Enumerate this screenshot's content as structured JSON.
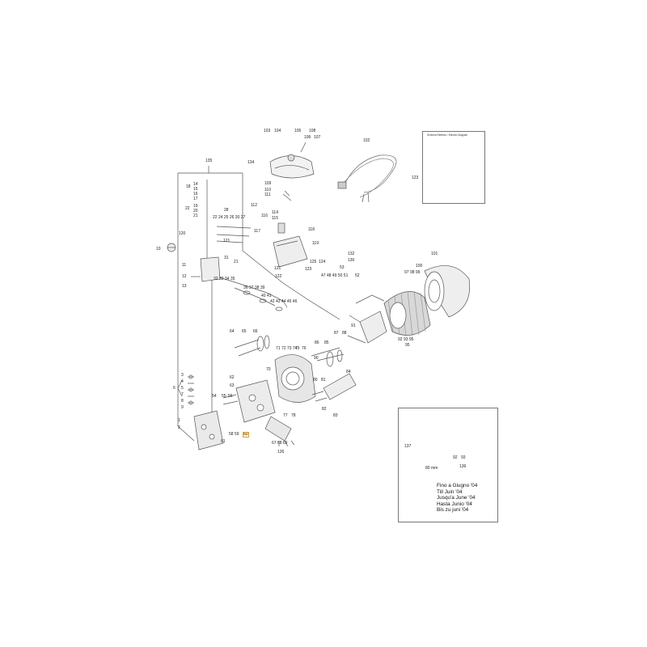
{
  "diagram": {
    "wiring_box": {
      "title": "Schema Elettrico / Electric Diagram",
      "ref": "123"
    },
    "inset_notes": [
      "Fino a Giugno '04",
      "Till Juin '04",
      "Jusqu'a June '04",
      "Hasta Junio '04",
      "Bis zu juni '04"
    ],
    "inset_labels": {
      "n137": "137",
      "n92": "92",
      "n93": "93",
      "dim": "80 mm",
      "n136": "136"
    },
    "callouts": {
      "n135": "135",
      "n103": "103",
      "n104": "104",
      "n105": "105",
      "n108": "108",
      "n106": "106",
      "n107": "107",
      "n102": "102",
      "n134": "134",
      "n109": "109",
      "n110": "110",
      "n111": "111",
      "n112": "112",
      "n114": "114",
      "n115": "115",
      "n116": "116",
      "n14": "14",
      "n15": "15",
      "n16": "16",
      "n17": "17",
      "n18": "18",
      "n19": "19",
      "n20": "20",
      "n21": "21",
      "n22": "22",
      "n28": "28",
      "row_22_27": "22 24 25 26 30 27",
      "n117": "117",
      "n118": "118",
      "n120": "120",
      "n121": "121",
      "n10": "10",
      "n119": "119",
      "n132": "132",
      "n130": "130",
      "n31": "31",
      "n21b": "21",
      "n11": "11",
      "n12": "12",
      "n13": "13",
      "n122": "122",
      "n125": "125",
      "n124": "124",
      "n53": "53",
      "n121b": "121",
      "n123b": "123",
      "row_32": "32 33 34 35",
      "row_36": "36 37 38 39",
      "row_40": "40 41",
      "row_42": "42 43 44 45 46",
      "row_47": "47 48 49 50 51",
      "n52": "52",
      "n101": "101",
      "n100": "100",
      "row_97": "97 98 99",
      "n91": "91",
      "row_92": "92 93 95",
      "n95b": "95",
      "n64": "64",
      "n65": "65",
      "n66": "66",
      "n86": "86",
      "n87": "87",
      "n88": "88",
      "row_71": "71 72 73 74",
      "n75": "75",
      "n76": "76",
      "n90": "90",
      "n85": "85",
      "n70": "70",
      "n84": "84",
      "n3": "3",
      "n4": "4",
      "n5": "5",
      "n6": "6",
      "n7": "7",
      "n8": "8",
      "n9": "9",
      "n62": "62",
      "n63": "63",
      "n54": "54",
      "n55": "55",
      "n56": "56",
      "n80": "80",
      "n81": "81",
      "n82": "82",
      "n83": "83",
      "n77": "77",
      "n78": "78",
      "n1": "1",
      "n2": "2",
      "row_58": "58 59",
      "n60": "60",
      "n61": "61",
      "row_67": "67 68 69",
      "n126": "126",
      "n123": "123"
    }
  }
}
